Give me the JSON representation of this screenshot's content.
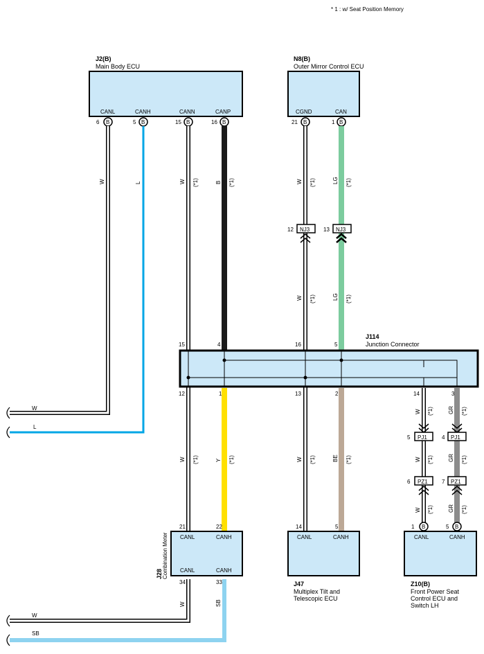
{
  "note": "* 1 : w/ Seat Position Memory",
  "ecus": {
    "j2": {
      "code": "J2(B)",
      "name": "Main Body ECU",
      "pins": [
        "CANL",
        "CANH",
        "CANN",
        "CANP"
      ],
      "pin_nums": [
        "6",
        "5",
        "15",
        "16"
      ]
    },
    "n8": {
      "code": "N8(B)",
      "name": "Outer Mirror Control ECU",
      "pins": [
        "CGND",
        "CAN"
      ],
      "pin_nums": [
        "21",
        "1"
      ]
    },
    "j114": {
      "code": "J114",
      "name": "Junction Connector",
      "top_pins": [
        "15",
        "4",
        "16",
        "5"
      ],
      "bottom_pins": [
        "12",
        "1",
        "13",
        "2",
        "14",
        "3"
      ]
    },
    "j28": {
      "code": "J28",
      "name": "Combination Meter",
      "pins_top": [
        "CANL",
        "CANH"
      ],
      "pins_top_nums": [
        "21",
        "22"
      ],
      "pins_bottom": [
        "CANL",
        "CANH"
      ],
      "pins_bottom_nums": [
        "34",
        "33"
      ]
    },
    "j47": {
      "code": "J47",
      "name1": "Multiplex Tilt and",
      "name2": "Telescopic ECU",
      "pins": [
        "CANL",
        "CANH"
      ],
      "pin_nums": [
        "14",
        "5"
      ]
    },
    "z10": {
      "code": "Z10(B)",
      "name1": "Front Power Seat",
      "name2": "Control ECU and",
      "name3": "Switch LH",
      "pins": [
        "CANL",
        "CANH"
      ],
      "pin_nums": [
        "1",
        "5"
      ]
    }
  },
  "connectors": {
    "nj3": "NJ3",
    "pj1": "PJ1",
    "pz1": "PZ1",
    "b": "B",
    "nj3_pins": [
      "12",
      "13"
    ],
    "pj1_pins": [
      "5",
      "4"
    ],
    "pz1_pins": [
      "6",
      "7"
    ]
  },
  "wire_colors": {
    "W": "W",
    "L": "L",
    "B": "B",
    "LG": "LG",
    "Y": "Y",
    "BE": "BE",
    "GR": "GR",
    "SB": "SB"
  },
  "star": "(*1)",
  "colors": {
    "L": "#00a6e6",
    "B": "#1a1a1a",
    "LG": "#7ccc9e",
    "Y": "#ffe000",
    "BE": "#bca896",
    "GR": "#8c8c8c",
    "SB": "#8ed3f0",
    "W": "#ffffff",
    "box": "#cce8f8"
  }
}
